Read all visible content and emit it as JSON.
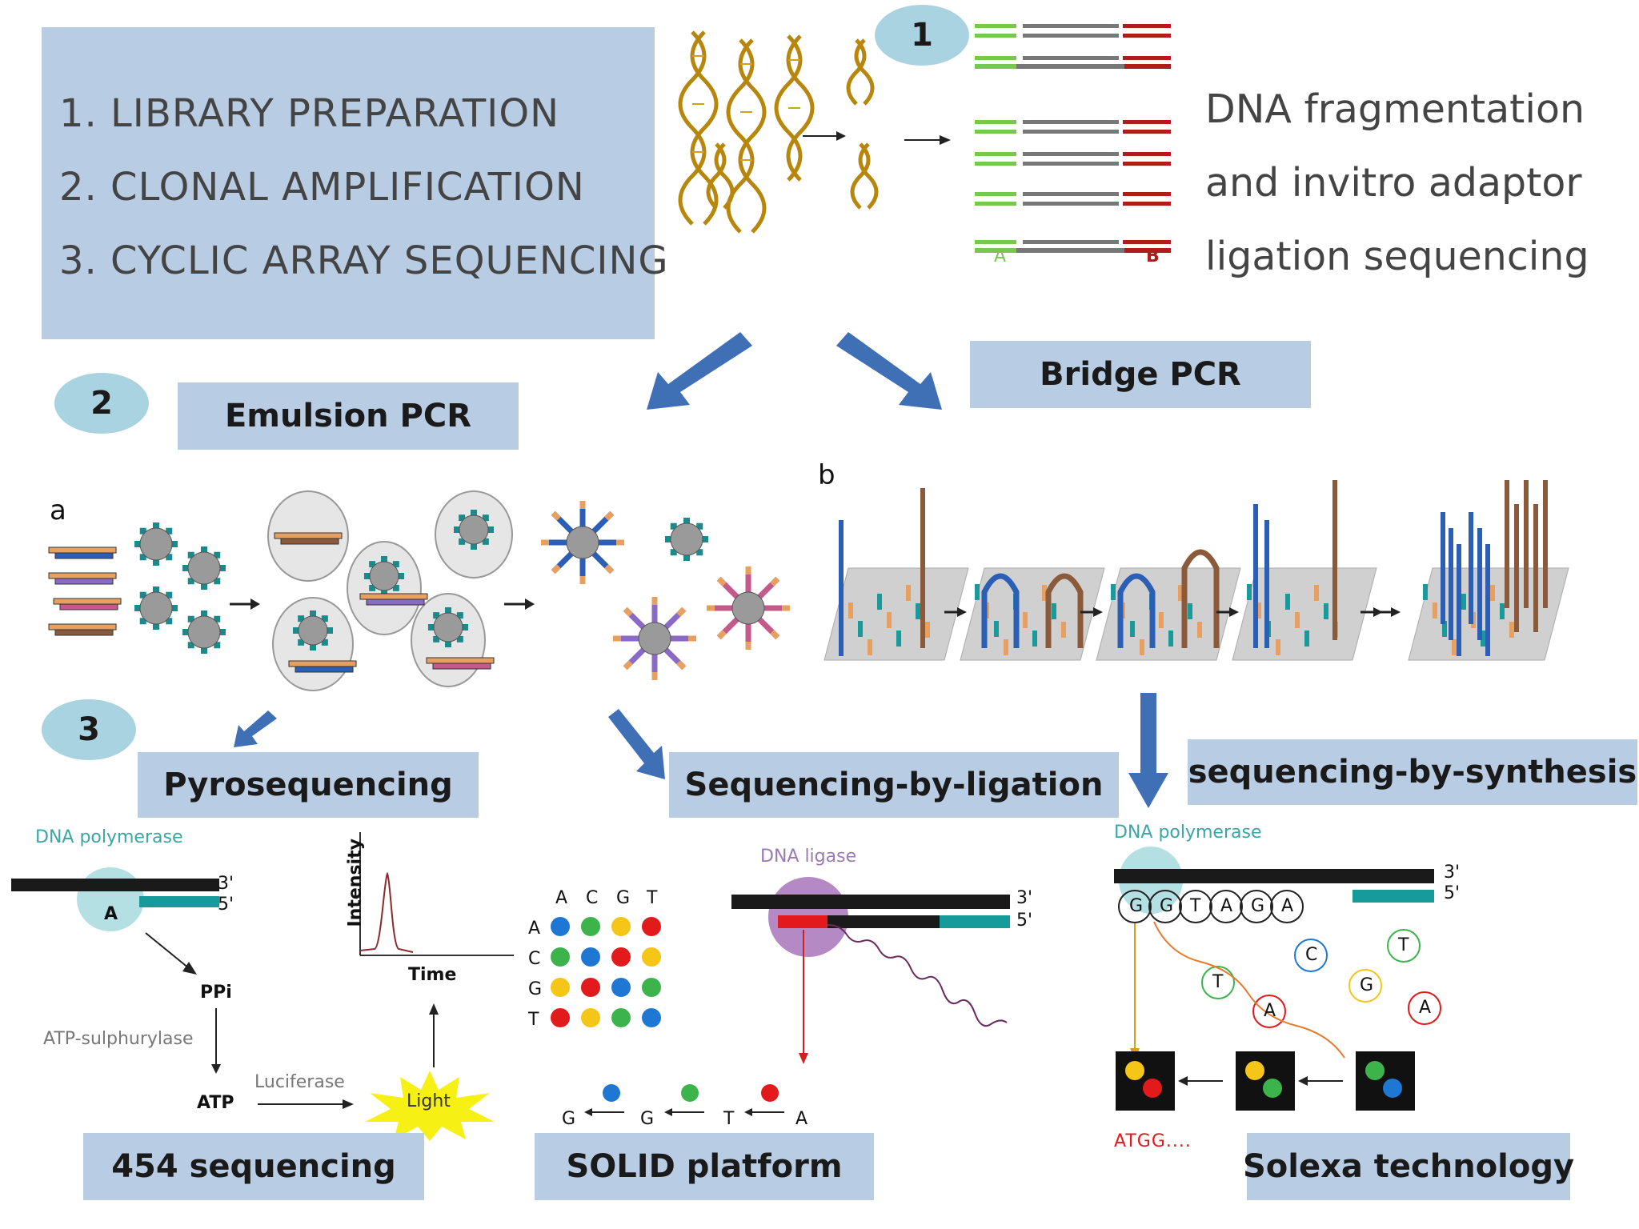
{
  "steps": [
    "1. LIBRARY PREPARATION",
    "2. CLONAL   AMPLIFICATION",
    "3. CYCLIC ARRAY SEQUENCING"
  ],
  "badges": [
    "1",
    "2",
    "3"
  ],
  "fragmentation_text": [
    "DNA fragmentation",
    "and invitro adaptor",
    "ligation sequencing"
  ],
  "adaptor_labels": {
    "a": "A",
    "b": "B"
  },
  "methods": {
    "emulsion_pcr": "Emulsion PCR",
    "bridge_pcr": "Bridge PCR",
    "pyrosequencing": "Pyrosequencing",
    "seq_by_ligation": "Sequencing-by-ligation",
    "seq_by_synthesis": "sequencing-by-synthesis"
  },
  "panel_letters": {
    "a": "a",
    "b": "b"
  },
  "platforms": {
    "sequencing_454": "454 sequencing",
    "solid": "SOLID platform",
    "solexa": "Solexa technology"
  },
  "pyro": {
    "enzyme": "DNA polymerase",
    "three_prime": "3'",
    "five_prime": "5'",
    "base": "A",
    "ppi": "PPi",
    "sulphurylase": "ATP-sulphurylase",
    "atp": "ATP",
    "luciferase": "Luciferase",
    "light": "Light",
    "y_axis": "Intensity",
    "x_axis": "Time"
  },
  "solid": {
    "matrix_cols": [
      "A",
      "C",
      "G",
      "T"
    ],
    "matrix_rows": [
      "A",
      "C",
      "G",
      "T"
    ],
    "matrix_colors": [
      [
        "#1f77d4",
        "#3cb44b",
        "#f5c518",
        "#e31a1c"
      ],
      [
        "#3cb44b",
        "#1f77d4",
        "#e31a1c",
        "#f5c518"
      ],
      [
        "#f5c518",
        "#e31a1c",
        "#1f77d4",
        "#3cb44b"
      ],
      [
        "#e31a1c",
        "#f5c518",
        "#3cb44b",
        "#1f77d4"
      ]
    ],
    "enzyme": "DNA ligase",
    "three_prime": "3'",
    "five_prime": "5'",
    "read_bases": [
      "G",
      "G",
      "T",
      "A"
    ]
  },
  "solexa": {
    "enzyme": "DNA polymerase",
    "three_prime": "3'",
    "five_prime": "5'",
    "template_bases": [
      "G",
      "G",
      "T",
      "A",
      "G",
      "A"
    ],
    "free_bases": [
      "C",
      "T",
      "T",
      "G",
      "A",
      "A"
    ],
    "read": "ATGG...."
  },
  "colors": {
    "panel": "#b8cce4",
    "badge": "#a9d3e0",
    "arrow": "#3f6fb5",
    "adaptor_green": "#7ac74f",
    "adaptor_red": "#b01c1c",
    "insert_grey": "#777777",
    "blue_nuc": "#1f77d4",
    "green_nuc": "#3cb44b",
    "yellow_nuc": "#f5c518",
    "red_nuc": "#e31a1c"
  }
}
